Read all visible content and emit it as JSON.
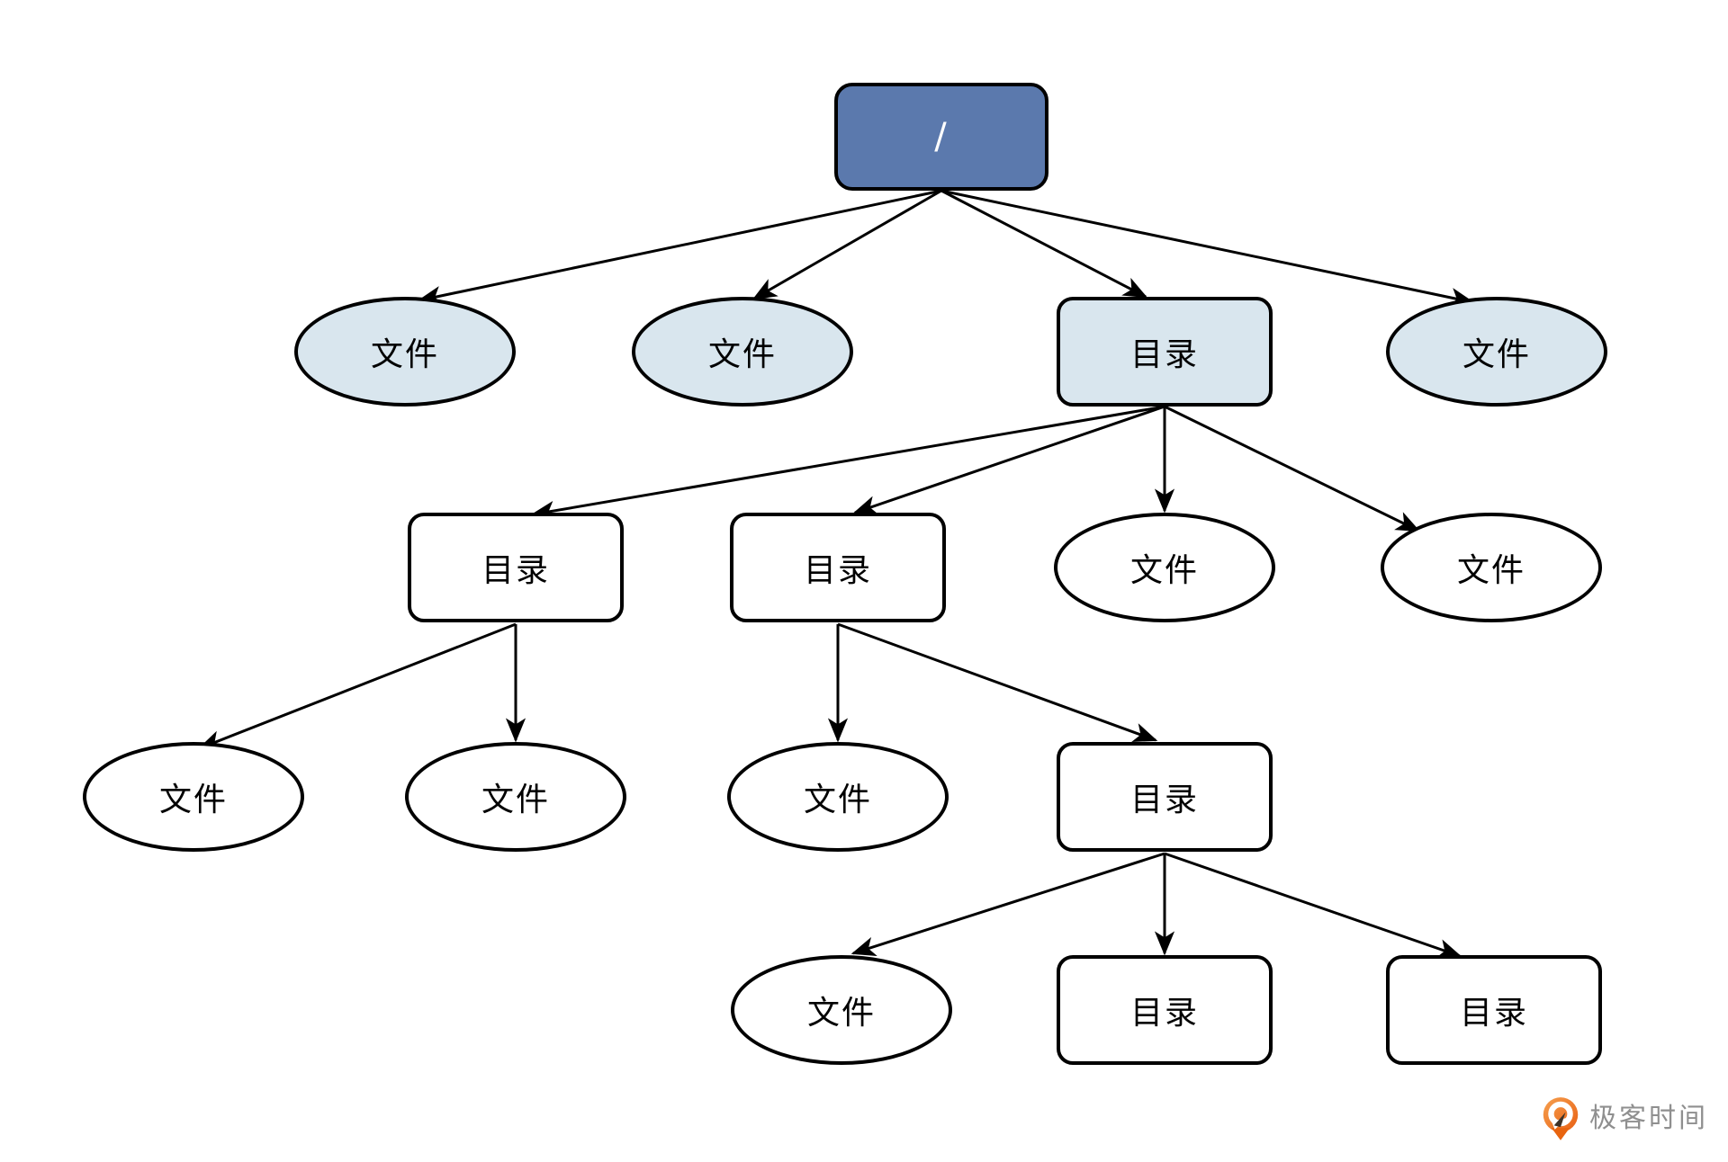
{
  "diagram": {
    "description": "Filesystem tree: root directory containing files and nested directories",
    "colors": {
      "root_fill": "#5b79ad",
      "root_text": "#ffffff",
      "level1_fill": "#d9e6ee",
      "node_fill": "#ffffff",
      "stroke": "#000000"
    },
    "nodes": [
      {
        "id": "root",
        "label": "/",
        "type": "root-directory",
        "shape": "rect",
        "parent": null
      },
      {
        "id": "file1",
        "label": "文件",
        "type": "file",
        "shape": "ellipse",
        "parent": "root"
      },
      {
        "id": "file2",
        "label": "文件",
        "type": "file",
        "shape": "ellipse",
        "parent": "root"
      },
      {
        "id": "dir1",
        "label": "目录",
        "type": "directory",
        "shape": "rect",
        "parent": "root"
      },
      {
        "id": "file3",
        "label": "文件",
        "type": "file",
        "shape": "ellipse",
        "parent": "root"
      },
      {
        "id": "dir2",
        "label": "目录",
        "type": "directory",
        "shape": "rect",
        "parent": "dir1"
      },
      {
        "id": "dir3",
        "label": "目录",
        "type": "directory",
        "shape": "rect",
        "parent": "dir1"
      },
      {
        "id": "file4",
        "label": "文件",
        "type": "file",
        "shape": "ellipse",
        "parent": "dir1"
      },
      {
        "id": "file5",
        "label": "文件",
        "type": "file",
        "shape": "ellipse",
        "parent": "dir1"
      },
      {
        "id": "file6",
        "label": "文件",
        "type": "file",
        "shape": "ellipse",
        "parent": "dir2"
      },
      {
        "id": "file7",
        "label": "文件",
        "type": "file",
        "shape": "ellipse",
        "parent": "dir2"
      },
      {
        "id": "file8",
        "label": "文件",
        "type": "file",
        "shape": "ellipse",
        "parent": "dir3"
      },
      {
        "id": "dir4",
        "label": "目录",
        "type": "directory",
        "shape": "rect",
        "parent": "dir3"
      },
      {
        "id": "file9",
        "label": "文件",
        "type": "file",
        "shape": "ellipse",
        "parent": "dir4"
      },
      {
        "id": "dir5",
        "label": "目录",
        "type": "directory",
        "shape": "rect",
        "parent": "dir4"
      },
      {
        "id": "dir6",
        "label": "目录",
        "type": "directory",
        "shape": "rect",
        "parent": "dir4"
      }
    ]
  },
  "footer": {
    "brand": "极客时间",
    "brand_orange": "#ee6f21",
    "brand_text_gray": "#8f8f8f"
  }
}
